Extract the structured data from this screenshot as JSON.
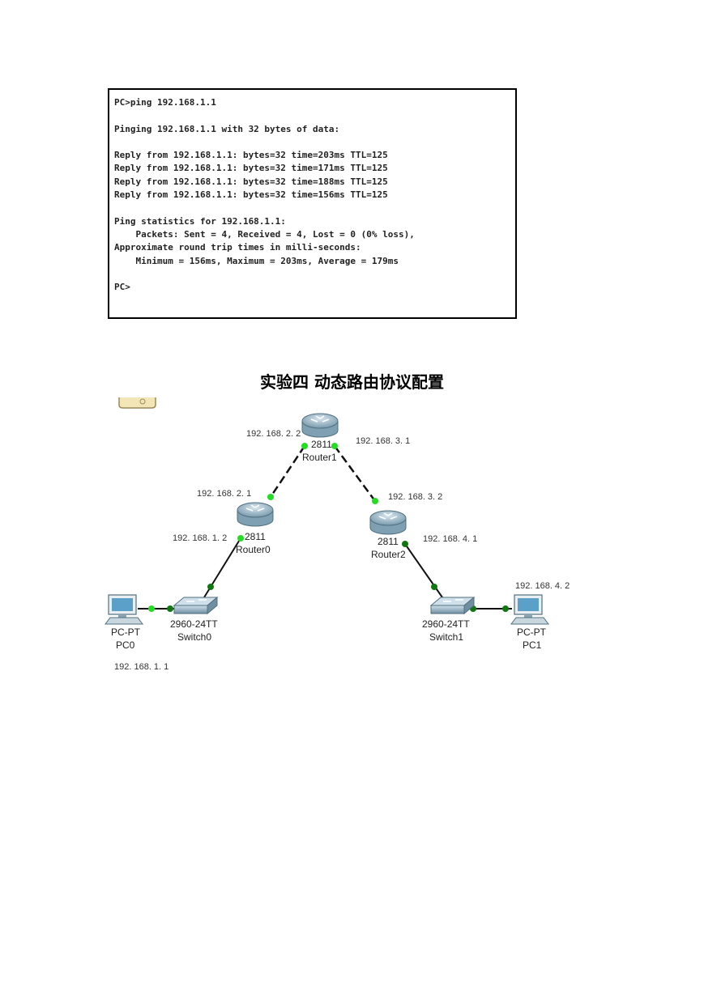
{
  "console": {
    "lines": [
      "PC>ping 192.168.1.1",
      "",
      "Pinging 192.168.1.1 with 32 bytes of data:",
      "",
      "Reply from 192.168.1.1: bytes=32 time=203ms TTL=125",
      "Reply from 192.168.1.1: bytes=32 time=171ms TTL=125",
      "Reply from 192.168.1.1: bytes=32 time=188ms TTL=125",
      "Reply from 192.168.1.1: bytes=32 time=156ms TTL=125",
      "",
      "Ping statistics for 192.168.1.1:",
      "    Packets: Sent = 4, Received = 4, Lost = 0 (0% loss),",
      "Approximate round trip times in milli-seconds:",
      "    Minimum = 156ms, Maximum = 203ms, Average = 179ms",
      "",
      "PC>"
    ]
  },
  "heading": "实验四   动态路由协议配置",
  "topology": {
    "routers": [
      {
        "name": "Router1",
        "model": "2811"
      },
      {
        "name": "Router0",
        "model": "2811"
      },
      {
        "name": "Router2",
        "model": "2811"
      }
    ],
    "switches": [
      {
        "name": "Switch0",
        "model": "2960-24TT"
      },
      {
        "name": "Switch1",
        "model": "2960-24TT"
      }
    ],
    "pcs": [
      {
        "name": "PC0",
        "model": "PC-PT"
      },
      {
        "name": "PC1",
        "model": "PC-PT"
      }
    ],
    "ip_labels": {
      "r1_left": "192. 168. 2. 2",
      "r1_right": "192. 168. 3. 1",
      "r0_top": "192. 168. 2. 1",
      "r0_bottom": "192. 168. 1. 2",
      "r2_top": "192. 168. 3. 2",
      "r2_bottom": "192. 168. 4. 1",
      "pc1": "192. 168. 4. 2",
      "pc0": "192. 168. 1. 1"
    },
    "colors": {
      "link_up": "#22dd22",
      "link_dark": "#117711"
    }
  }
}
